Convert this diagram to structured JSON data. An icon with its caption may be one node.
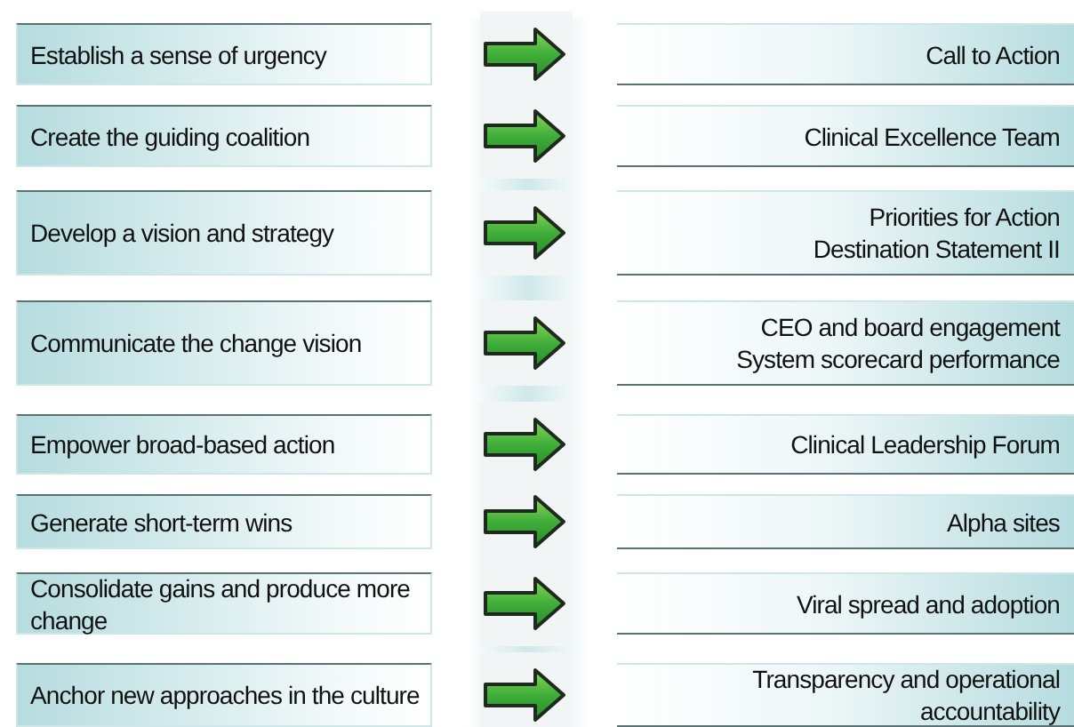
{
  "diagram": {
    "nodes": [
      {
        "text": [
          "Establish a sense of urgency"
        ]
      },
      {
        "text": [
          "Call to Action"
        ]
      },
      {
        "text": [
          "Create the guiding coalition"
        ]
      },
      {
        "text": [
          "Clinical Excellence Team"
        ]
      },
      {
        "text": [
          "Develop a vision and strategy"
        ]
      },
      {
        "text": [
          "Priorities for Action",
          "Destination Statement II"
        ]
      },
      {
        "text": [
          "Communicate the change vision"
        ]
      },
      {
        "text": [
          "CEO and board engagement",
          "System scorecard performance"
        ]
      },
      {
        "text": [
          "Empower broad-based action"
        ]
      },
      {
        "text": [
          "Clinical Leadership Forum"
        ]
      },
      {
        "text": [
          "Generate short-term wins"
        ]
      },
      {
        "text": [
          "Alpha sites"
        ]
      },
      {
        "text": [
          "Consolidate gains and produce more change"
        ]
      },
      {
        "text": [
          "Viral spread and adoption"
        ]
      },
      {
        "text": [
          "Anchor new approaches in the culture"
        ]
      },
      {
        "text": [
          "Transparency and operational accountability"
        ]
      }
    ],
    "edges": [
      {
        "from": 0,
        "to": 1,
        "arrow": "to"
      },
      {
        "from": 2,
        "to": 3,
        "arrow": "to"
      },
      {
        "from": 4,
        "to": 5,
        "arrow": "to"
      },
      {
        "from": 6,
        "to": 7,
        "arrow": "to"
      },
      {
        "from": 8,
        "to": 9,
        "arrow": "to"
      },
      {
        "from": 10,
        "to": 11,
        "arrow": "to"
      },
      {
        "from": 12,
        "to": 13,
        "arrow": "to"
      },
      {
        "from": 14,
        "to": 15,
        "arrow": "to"
      }
    ]
  }
}
